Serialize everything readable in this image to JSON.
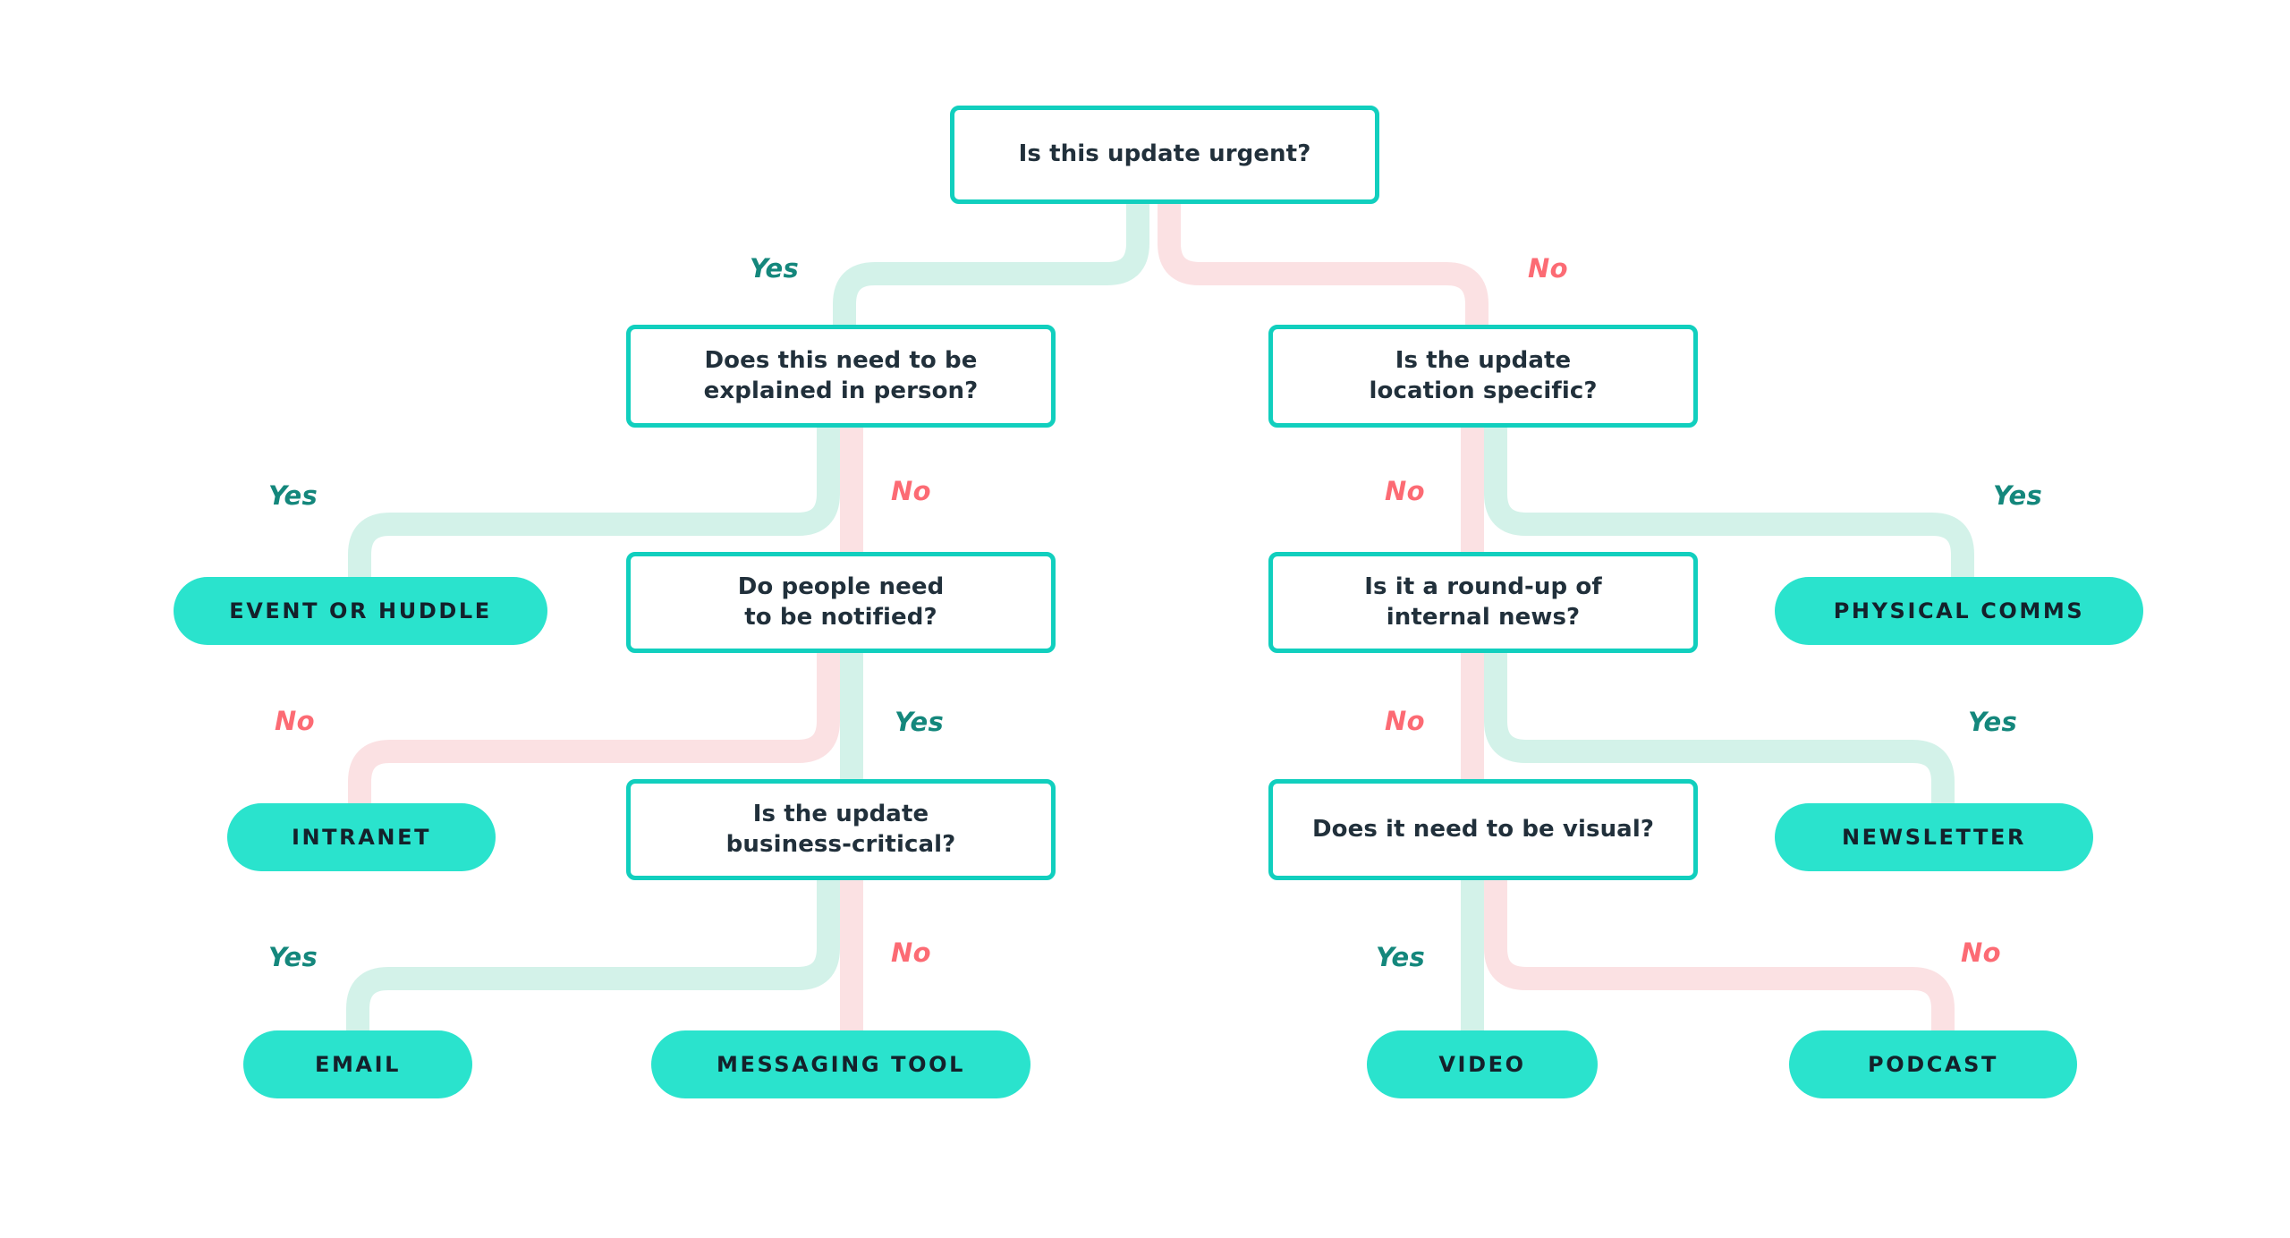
{
  "meta": {
    "title": "Internal communications channel decision flowchart",
    "background": "#ffffff"
  },
  "colors": {
    "box_border": "#11cfbe",
    "box_fill": "#ffffff",
    "box_text": "#21303b",
    "pill_fill": "#2ae3cd",
    "pill_text": "#14212b",
    "yes_label": "#14877c",
    "no_label": "#fc6b74",
    "yes_wire": "#d3f2e9",
    "no_wire": "#fbe1e3"
  },
  "labels": {
    "yes": "Yes",
    "no": "No"
  },
  "nodes": {
    "root": {
      "text": "Is this update urgent?",
      "kind": "question"
    },
    "q_left_1": {
      "text": "Does this need to be\nexplained in person?",
      "kind": "question"
    },
    "q_right_1": {
      "text": "Is the update\nlocation specific?",
      "kind": "question"
    },
    "q_left_2": {
      "text": "Do people need\nto be notified?",
      "kind": "question"
    },
    "q_right_2": {
      "text": "Is it a round-up of\ninternal news?",
      "kind": "question"
    },
    "q_left_3": {
      "text": "Is the update\nbusiness-critical?",
      "kind": "question"
    },
    "q_right_3": {
      "text": "Does it need to be visual?",
      "kind": "question"
    },
    "out_event": {
      "text": "Event or huddle",
      "kind": "outcome"
    },
    "out_physical": {
      "text": "Physical comms",
      "kind": "outcome"
    },
    "out_intranet": {
      "text": "Intranet",
      "kind": "outcome"
    },
    "out_newsletter": {
      "text": "Newsletter",
      "kind": "outcome"
    },
    "out_email": {
      "text": "Email",
      "kind": "outcome"
    },
    "out_messaging": {
      "text": "Messaging tool",
      "kind": "outcome"
    },
    "out_video": {
      "text": "Video",
      "kind": "outcome"
    },
    "out_podcast": {
      "text": "Podcast",
      "kind": "outcome"
    }
  },
  "edge_labels": {
    "root_yes": "Yes",
    "root_no": "No",
    "left1_yes": "Yes",
    "left1_no": "No",
    "right1_no": "No",
    "right1_yes": "Yes",
    "left2_no": "No",
    "left2_yes": "Yes",
    "right2_no": "No",
    "right2_yes": "Yes",
    "left3_yes": "Yes",
    "left3_no": "No",
    "right3_yes": "Yes",
    "right3_no": "No"
  },
  "flow": [
    {
      "from": "root",
      "answer": "Yes",
      "to": "q_left_1"
    },
    {
      "from": "root",
      "answer": "No",
      "to": "q_right_1"
    },
    {
      "from": "q_left_1",
      "answer": "Yes",
      "to": "out_event"
    },
    {
      "from": "q_left_1",
      "answer": "No",
      "to": "q_left_2"
    },
    {
      "from": "q_left_2",
      "answer": "No",
      "to": "out_intranet"
    },
    {
      "from": "q_left_2",
      "answer": "Yes",
      "to": "q_left_3"
    },
    {
      "from": "q_left_3",
      "answer": "Yes",
      "to": "out_email"
    },
    {
      "from": "q_left_3",
      "answer": "No",
      "to": "out_messaging"
    },
    {
      "from": "q_right_1",
      "answer": "Yes",
      "to": "out_physical"
    },
    {
      "from": "q_right_1",
      "answer": "No",
      "to": "q_right_2"
    },
    {
      "from": "q_right_2",
      "answer": "Yes",
      "to": "out_newsletter"
    },
    {
      "from": "q_right_2",
      "answer": "No",
      "to": "q_right_3"
    },
    {
      "from": "q_right_3",
      "answer": "Yes",
      "to": "out_video"
    },
    {
      "from": "q_right_3",
      "answer": "No",
      "to": "out_podcast"
    }
  ]
}
